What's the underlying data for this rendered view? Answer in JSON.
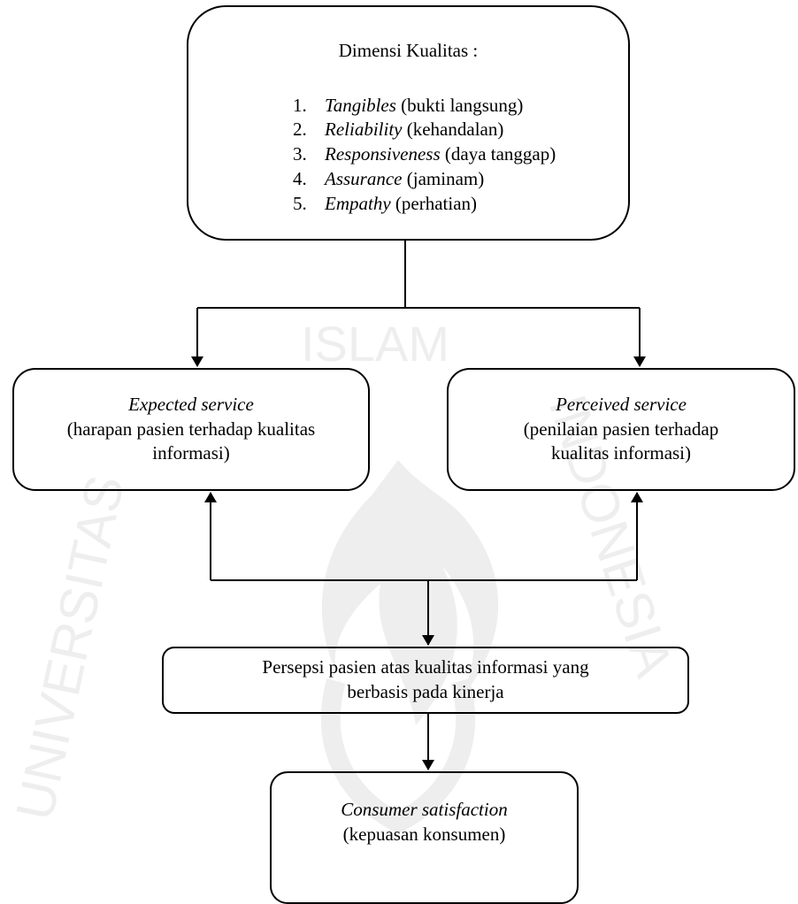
{
  "dimensions_box": {
    "title": "Dimensi Kualitas :",
    "items": [
      {
        "num": "1.",
        "term": "Tangibles",
        "desc": " (bukti langsung)"
      },
      {
        "num": "2.",
        "term": "Reliability",
        "desc": " (kehandalan)"
      },
      {
        "num": "3.",
        "term": "Responsiveness",
        "desc": " (daya tanggap)"
      },
      {
        "num": "4.",
        "term": "Assurance",
        "desc": " (jaminam)"
      },
      {
        "num": "5.",
        "term": "Empathy",
        "desc": " (perhatian)"
      }
    ]
  },
  "expected_box": {
    "term": "Expected service",
    "desc_line1": "(harapan pasien terhadap kualitas",
    "desc_line2": "informasi)"
  },
  "perceived_box": {
    "term": "Perceived service",
    "desc_line1": "(penilaian pasien terhadap",
    "desc_line2": "kualitas informasi)"
  },
  "perception_box": {
    "line1": "Persepsi pasien atas kualitas informasi yang",
    "line2": "berbasis pada kinerja"
  },
  "satisfaction_box": {
    "term": "Consumer satisfaction",
    "desc": "(kepuasan konsumen)"
  },
  "watermark": {
    "top_text": "ISLAM",
    "left_text": "UNIVERSITAS",
    "right_text": "INDONESIA"
  },
  "colors": {
    "line": "#000000",
    "watermark": "#9a9a9a"
  }
}
